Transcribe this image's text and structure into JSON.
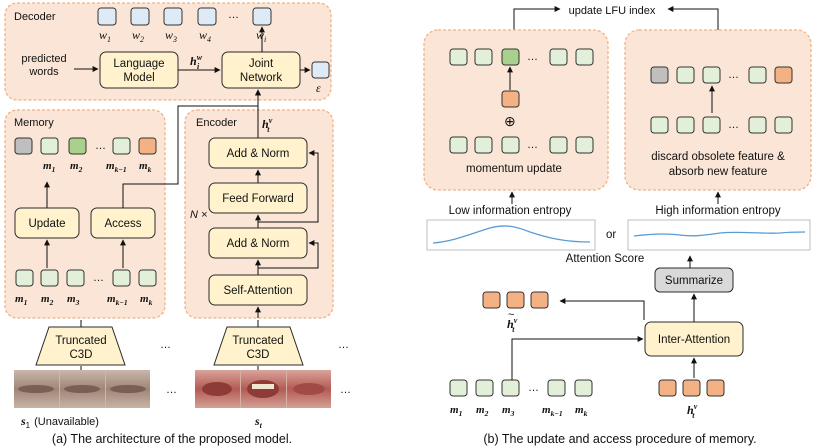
{
  "panel_a": {
    "caption": "(a) The architecture of the proposed model.",
    "decoder": {
      "title": "Decoder",
      "tokens": [
        "w",
        "w",
        "w",
        "w",
        "…",
        "w"
      ],
      "token_subs": [
        "1",
        "2",
        "3",
        "4",
        "",
        "i"
      ],
      "predicted_words": [
        "predicted",
        "words"
      ],
      "language_model": [
        "Language",
        "Model"
      ],
      "joint_network": [
        "Joint",
        "Network"
      ],
      "h_w": "h",
      "h_w_sup": "w",
      "h_w_sub": "i",
      "epsilon": "ε"
    },
    "memory": {
      "title": "Memory",
      "update": "Update",
      "access": "Access",
      "top_labels": [
        "m",
        "m",
        "…",
        "m",
        "m"
      ],
      "top_subs": [
        "1",
        "2",
        "",
        "k−1",
        "k"
      ],
      "bottom_labels": [
        "m",
        "m",
        "m",
        "…",
        "m",
        "m"
      ],
      "bottom_subs": [
        "1",
        "2",
        "3",
        "",
        "k−1",
        "k"
      ]
    },
    "encoder": {
      "title": "Encoder",
      "h_v": "h",
      "h_v_sup": "v",
      "h_v_sub": "t",
      "blocks": [
        "Add & Norm",
        "Feed Forward",
        "Add & Norm",
        "Self-Attention"
      ],
      "nx": "N ×"
    },
    "c3d_label": [
      "Truncated",
      "C3D"
    ],
    "ellipsis": "…",
    "s1": "s",
    "s1_sub": "1",
    "s1_note": "(Unavailable)",
    "st": "s",
    "st_sub": "t"
  },
  "panel_b": {
    "caption": "(b) The update and access procedure of memory.",
    "update_lfu": "update LFU index",
    "momentum_update": "momentum update",
    "plus": "⊕",
    "discard_text": [
      "discard obsolete feature &",
      "absorb new feature"
    ],
    "low_entropy": "Low information entropy",
    "high_entropy": "High information entropy",
    "or": "or",
    "attention_score": "Attention Score",
    "summarize": "Summarize",
    "inter_attention": "Inter-Attention",
    "h_tilde": "h",
    "h_tilde_sup": "v",
    "h_tilde_sub": "t",
    "bottom_labels": [
      "m",
      "m",
      "m",
      "…",
      "m",
      "m"
    ],
    "bottom_subs": [
      "1",
      "2",
      "3",
      "",
      "k−1",
      "k"
    ],
    "h_v": "h",
    "h_v_sup": "v",
    "h_v_sub": "t"
  },
  "colors": {
    "panel_fill": "#fbe5d6",
    "panel_border": "#f4b183",
    "module_fill": "#fff2cc",
    "module_border": "#2b2b2b",
    "mem_cell": "#e2f0d9",
    "mem_green": "#a9d18e",
    "mem_orange": "#f4b183",
    "mem_gray": "#bfbfbf",
    "token_fill": "#deebf7",
    "summarize_fill": "#d9d9d9",
    "curve": "#5b9bd5"
  }
}
